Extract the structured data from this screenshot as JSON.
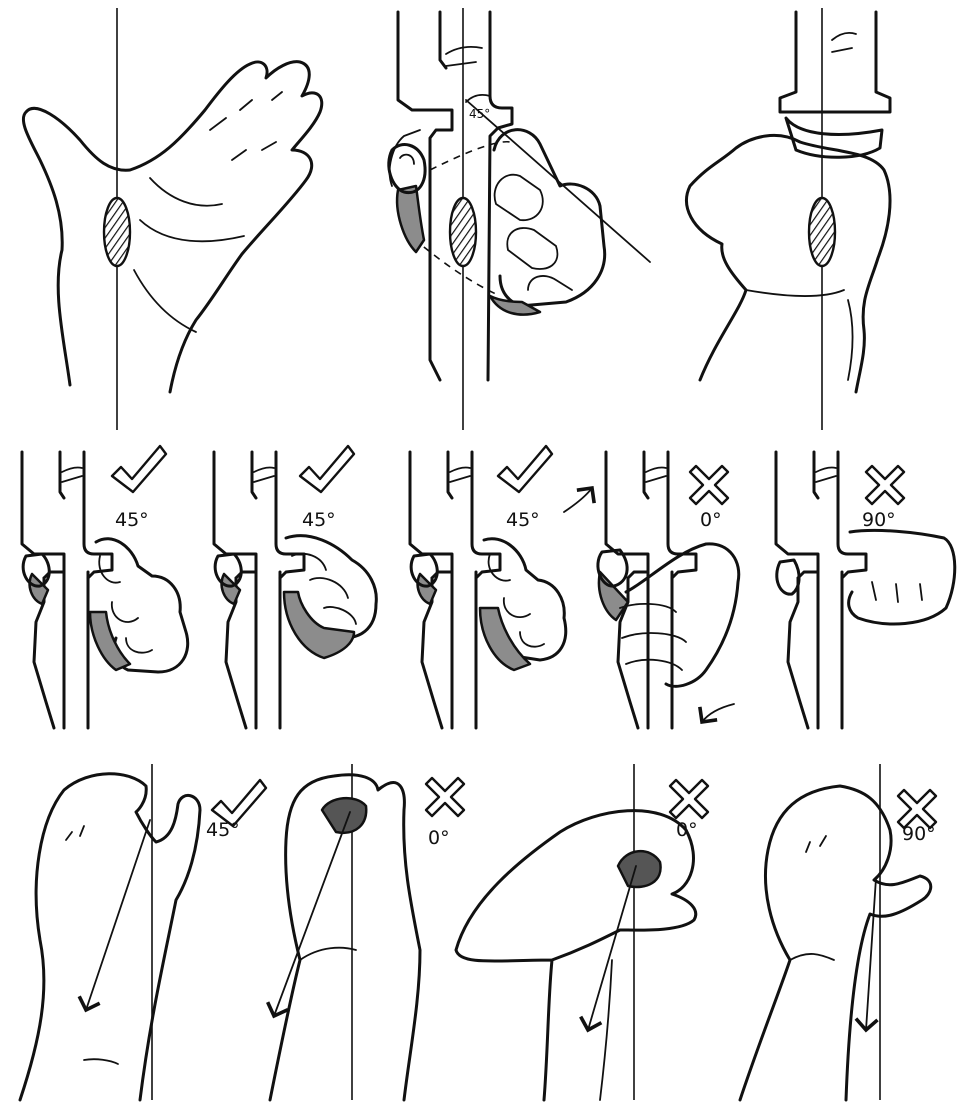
{
  "colors": {
    "ink": "#111111",
    "shade": "#8c8c8c",
    "paper": "#ffffff"
  },
  "icons": {
    "ok": "checkmark-icon",
    "bad": "cross-icon"
  },
  "top_row": {
    "angle_label": "45°"
  },
  "middle_row": [
    {
      "verdict": "ok",
      "angle": "45°"
    },
    {
      "verdict": "ok",
      "angle": "45°"
    },
    {
      "verdict": "ok",
      "angle": "45°"
    },
    {
      "verdict": "bad",
      "angle": "0°"
    },
    {
      "verdict": "bad",
      "angle": "90°"
    }
  ],
  "bottom_row": [
    {
      "verdict": "ok",
      "angle": "45°"
    },
    {
      "verdict": "bad",
      "angle": "0°"
    },
    {
      "verdict": "bad",
      "angle": "0°"
    },
    {
      "verdict": "bad",
      "angle": "90°"
    }
  ]
}
